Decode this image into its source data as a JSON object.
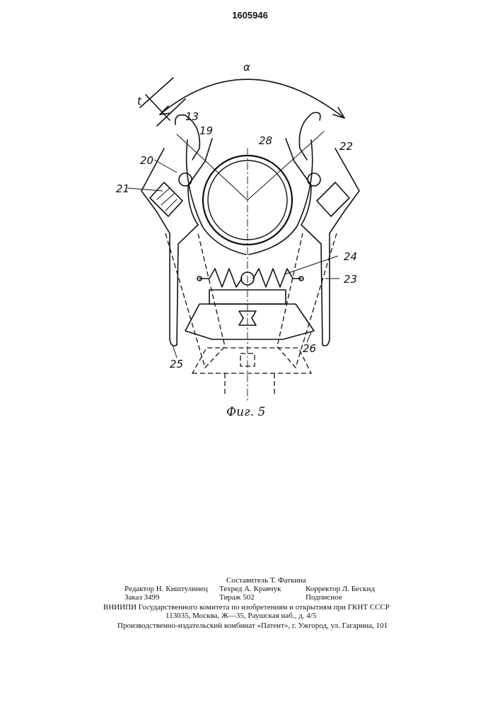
{
  "patent_number": "1605946",
  "drawing": {
    "angle_label": "α",
    "t_label": "t",
    "figure_caption": "Фиг. 5",
    "part_labels": {
      "p13": "13",
      "p19": "19",
      "p20": "20",
      "p21": "21",
      "p22": "22",
      "p23": "23",
      "p24": "24",
      "p25": "25",
      "p26": "26",
      "p28": "28"
    }
  },
  "imprint": {
    "compiler": "Составитель Т. Фаткина",
    "editor": "Редактор Н. Киштулинец",
    "tech_editor": "Техред А. Кравчук",
    "corrector": "Корректор Л. Бескид",
    "order": "Заказ 3499",
    "circulation": "Тираж 502",
    "subscription": "Подписное",
    "institute": "ВНИИПИ Государственного комитета по изобретениям и открытиям при ГКНТ СССР",
    "address": "113035, Москва, Ж—35, Раушская наб., д. 4/5",
    "publisher": "Производственно-издательский комбинат «Патент», г. Ужгород, ул. Гагарина, 101"
  }
}
